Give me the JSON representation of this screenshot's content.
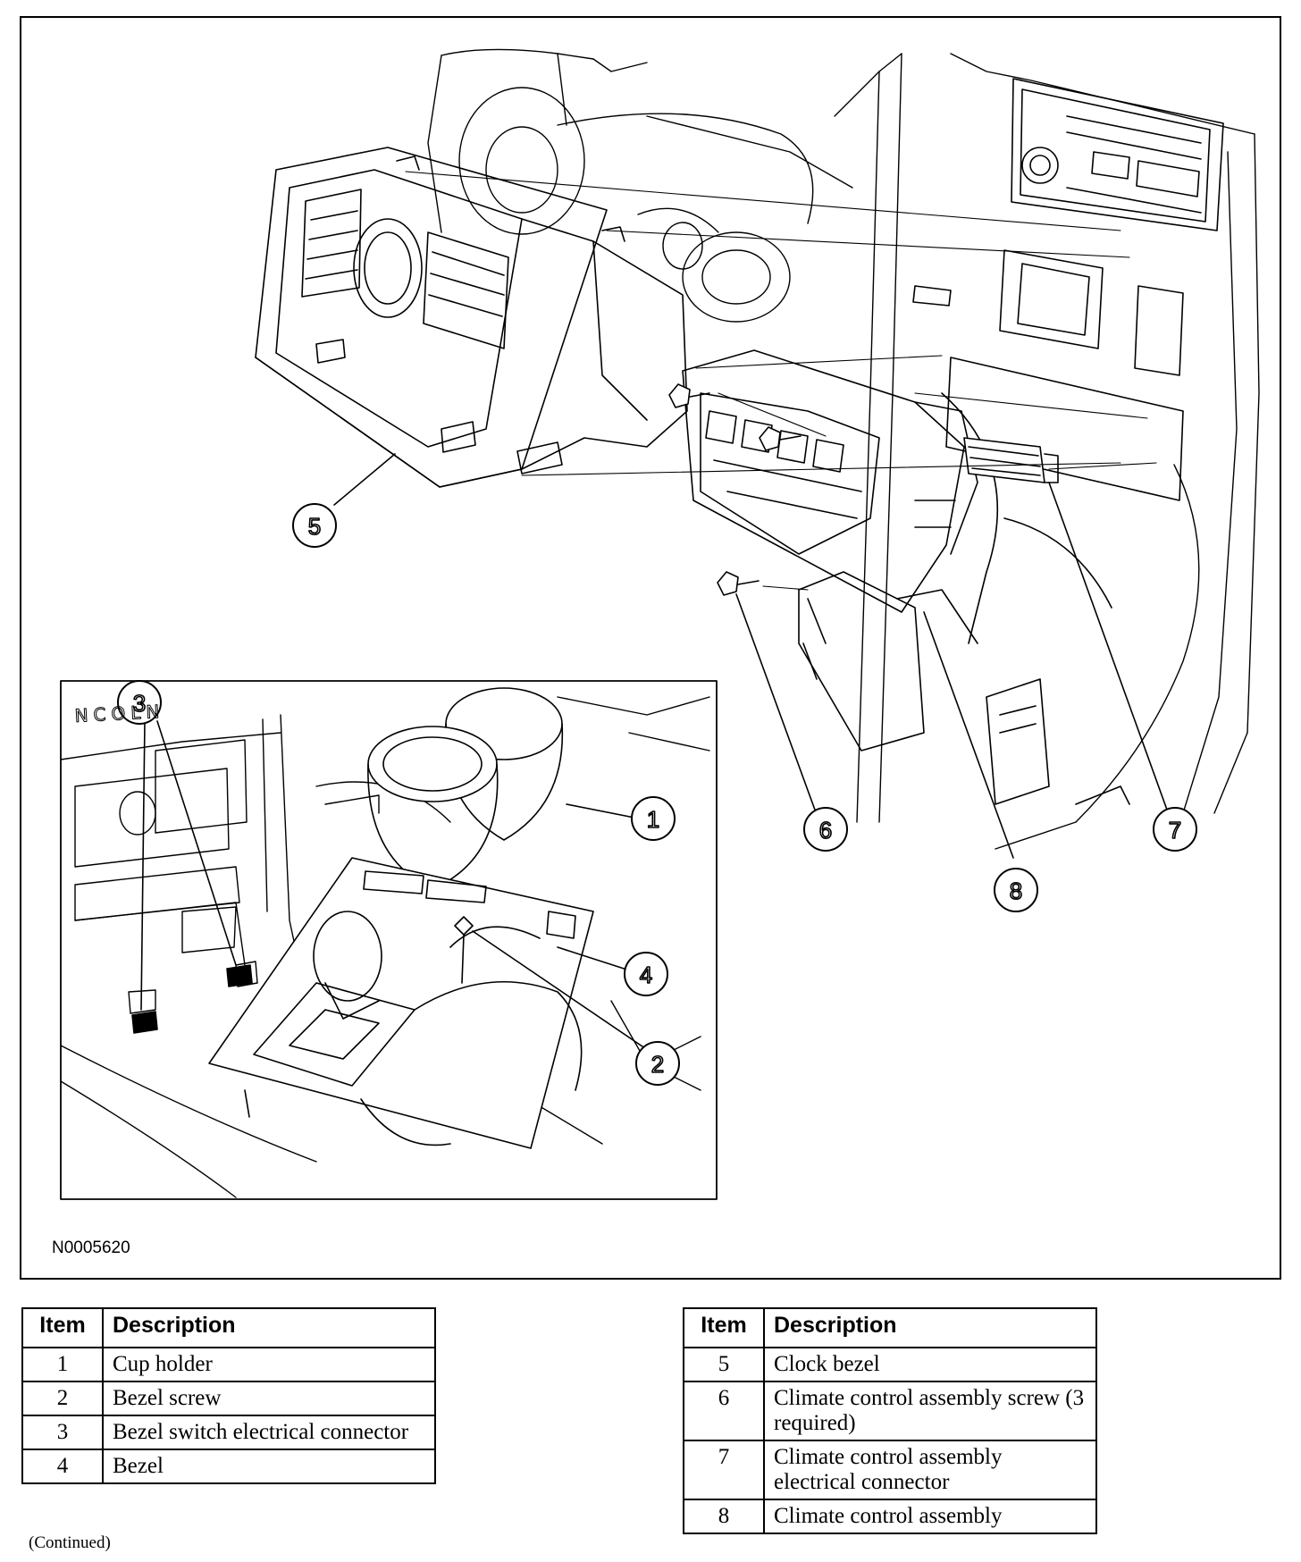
{
  "figure": {
    "id": "N0005620",
    "inset_badge": "NCOLN",
    "callouts": [
      "1",
      "2",
      "3",
      "4",
      "5",
      "6",
      "7",
      "8"
    ]
  },
  "legend_headers": {
    "item": "Item",
    "description": "Description"
  },
  "legend_left": [
    {
      "item": "1",
      "description": "Cup holder"
    },
    {
      "item": "2",
      "description": "Bezel screw"
    },
    {
      "item": "3",
      "description": "Bezel switch electrical connector"
    },
    {
      "item": "4",
      "description": "Bezel"
    }
  ],
  "legend_right": [
    {
      "item": "5",
      "description": "Clock bezel"
    },
    {
      "item": "6",
      "description": "Climate control assembly screw (3 required)"
    },
    {
      "item": "7",
      "description": "Climate control assembly electrical connector"
    },
    {
      "item": "8",
      "description": "Climate control assembly"
    }
  ],
  "footer": {
    "continued": "(Continued)"
  }
}
